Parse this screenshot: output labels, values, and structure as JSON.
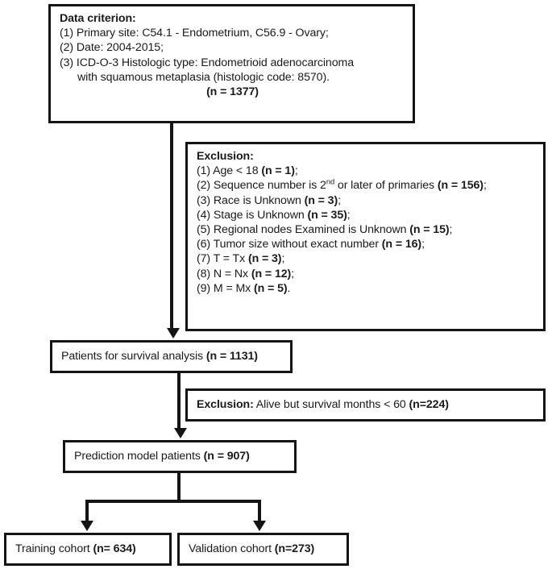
{
  "figure": {
    "type": "flowchart",
    "description": "Patient cohort selection flow diagram"
  },
  "boxes": {
    "criterion": {
      "title": "Data criterion:",
      "items": [
        "(1) Primary site: C54.1 - Endometrium, C56.9 - Ovary;",
        "(2) Date: 2004-2015;",
        "(3) ICD-O-3 Histologic type: Endometrioid  adenocarcinoma",
        "with squamous metaplasia (histologic code: 8570)."
      ],
      "count": "(n = 1377)"
    },
    "exclusion1": {
      "title": "Exclusion:",
      "items": [
        {
          "label": "(1) Age < 18 ",
          "count": "(n = 1)",
          "tail": ";"
        },
        {
          "label_pre": "(2) Sequence number is 2",
          "sup": "nd",
          "label_post": " or later of primaries ",
          "count": "(n = 156)",
          "tail": ";"
        },
        {
          "label": "(3) Race is Unknown ",
          "count": "(n = 3)",
          "tail": ";"
        },
        {
          "label": "(4) Stage is Unknown ",
          "count": "(n = 35)",
          "tail": ";"
        },
        {
          "label": "(5) Regional nodes Examined is Unknown ",
          "count": "(n = 15)",
          "tail": ";"
        },
        {
          "label": "(6) Tumor size without exact number ",
          "count": "(n = 16)",
          "tail": ";"
        },
        {
          "label": "(7) T = Tx ",
          "count": "(n = 3)",
          "tail": ";"
        },
        {
          "label": "(8) N = Nx ",
          "count": "(n = 12)",
          "tail": ";"
        },
        {
          "label": "(9) M = Mx ",
          "count": "(n = 5)",
          "tail": "."
        }
      ]
    },
    "survival": {
      "label": "Patients for survival analysis ",
      "count": "(n = 1131)"
    },
    "exclusion2": {
      "title": "Exclusion:",
      "label": " Alive but survival months < 60 ",
      "count": "(n=224)"
    },
    "prediction": {
      "label": "Prediction model patients ",
      "count": "(n = 907)"
    },
    "training": {
      "label": "Training cohort ",
      "count": "(n= 634)"
    },
    "validation": {
      "label": "Validation cohort ",
      "count": "(n=273)"
    }
  },
  "colors": {
    "stroke": "#141414",
    "background": "#ffffff",
    "text": "#1a1a1a"
  }
}
